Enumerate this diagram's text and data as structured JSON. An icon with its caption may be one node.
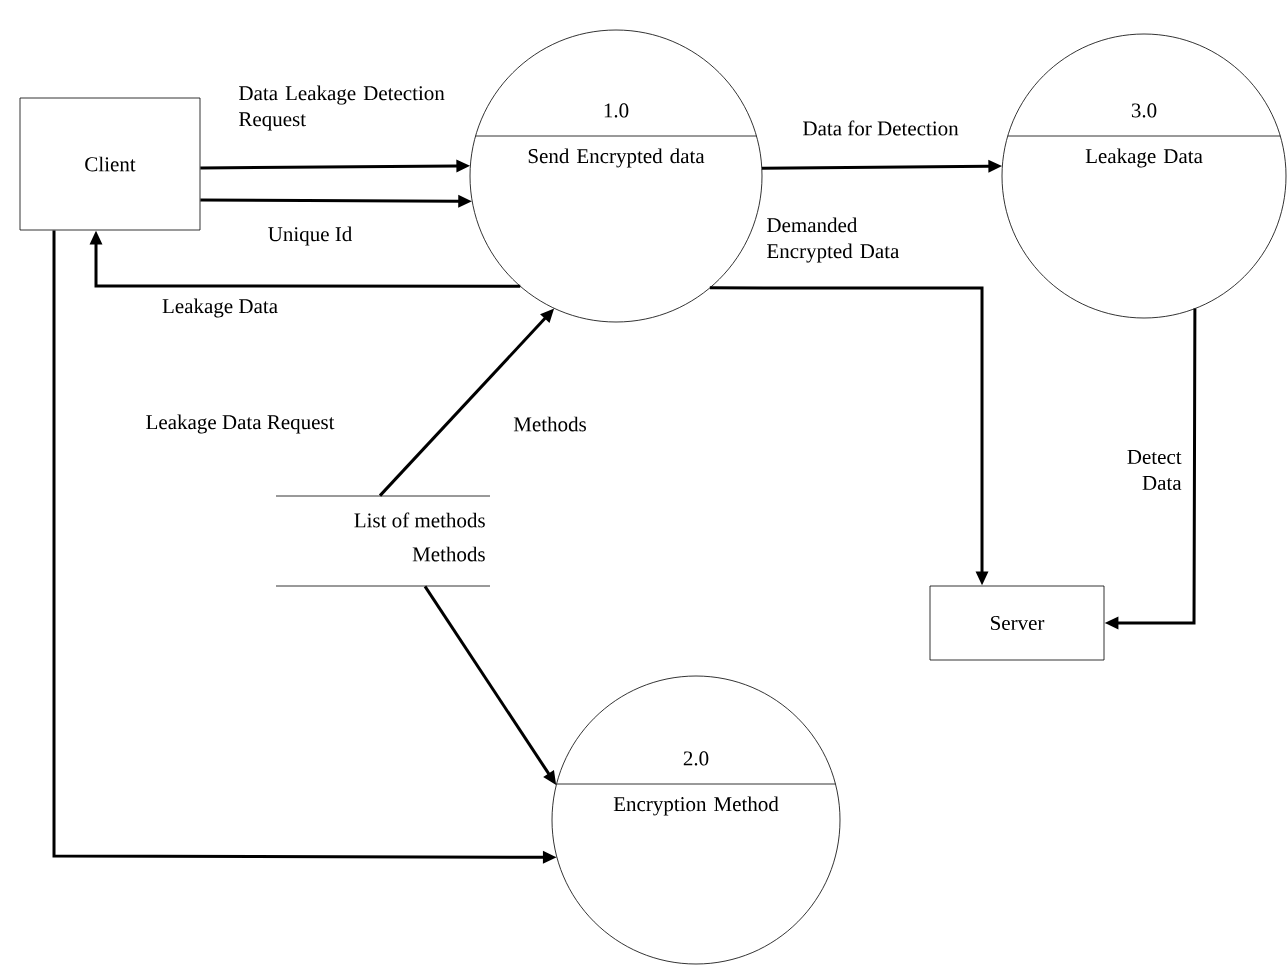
{
  "diagram": {
    "nodes": [
      {
        "text": [
          "Client"
        ]
      },
      {
        "text": [
          "1.0",
          "Send Encrypted data"
        ]
      },
      {
        "text": [
          "3.0",
          "Leakage Data"
        ]
      },
      {
        "text": [
          "Server"
        ]
      },
      {
        "text": [
          "List of methods",
          "Methods"
        ]
      },
      {
        "text": [
          "2.0",
          "Encryption Method"
        ]
      }
    ],
    "edges": [
      {
        "from": 0,
        "to": 1,
        "arrow": "to",
        "label": "Data Leakage Detection Request"
      },
      {
        "from": 0,
        "to": 1,
        "arrow": "to",
        "label": "Unique Id"
      },
      {
        "from": 1,
        "to": 0,
        "arrow": "to",
        "label": "Leakage Data"
      },
      {
        "from": 1,
        "to": 2,
        "arrow": "to",
        "label": "Data for Detection"
      },
      {
        "from": 1,
        "to": 3,
        "arrow": "to",
        "label": "Demanded Encrypted Data"
      },
      {
        "from": 2,
        "to": 3,
        "arrow": "to",
        "label": "Detect Data"
      },
      {
        "from": 4,
        "to": 1,
        "arrow": "to",
        "label": "Methods"
      },
      {
        "from": 4,
        "to": 5,
        "arrow": "to"
      },
      {
        "from": 0,
        "to": 5,
        "arrow": "to",
        "label": "Leakage Data Request"
      }
    ]
  }
}
